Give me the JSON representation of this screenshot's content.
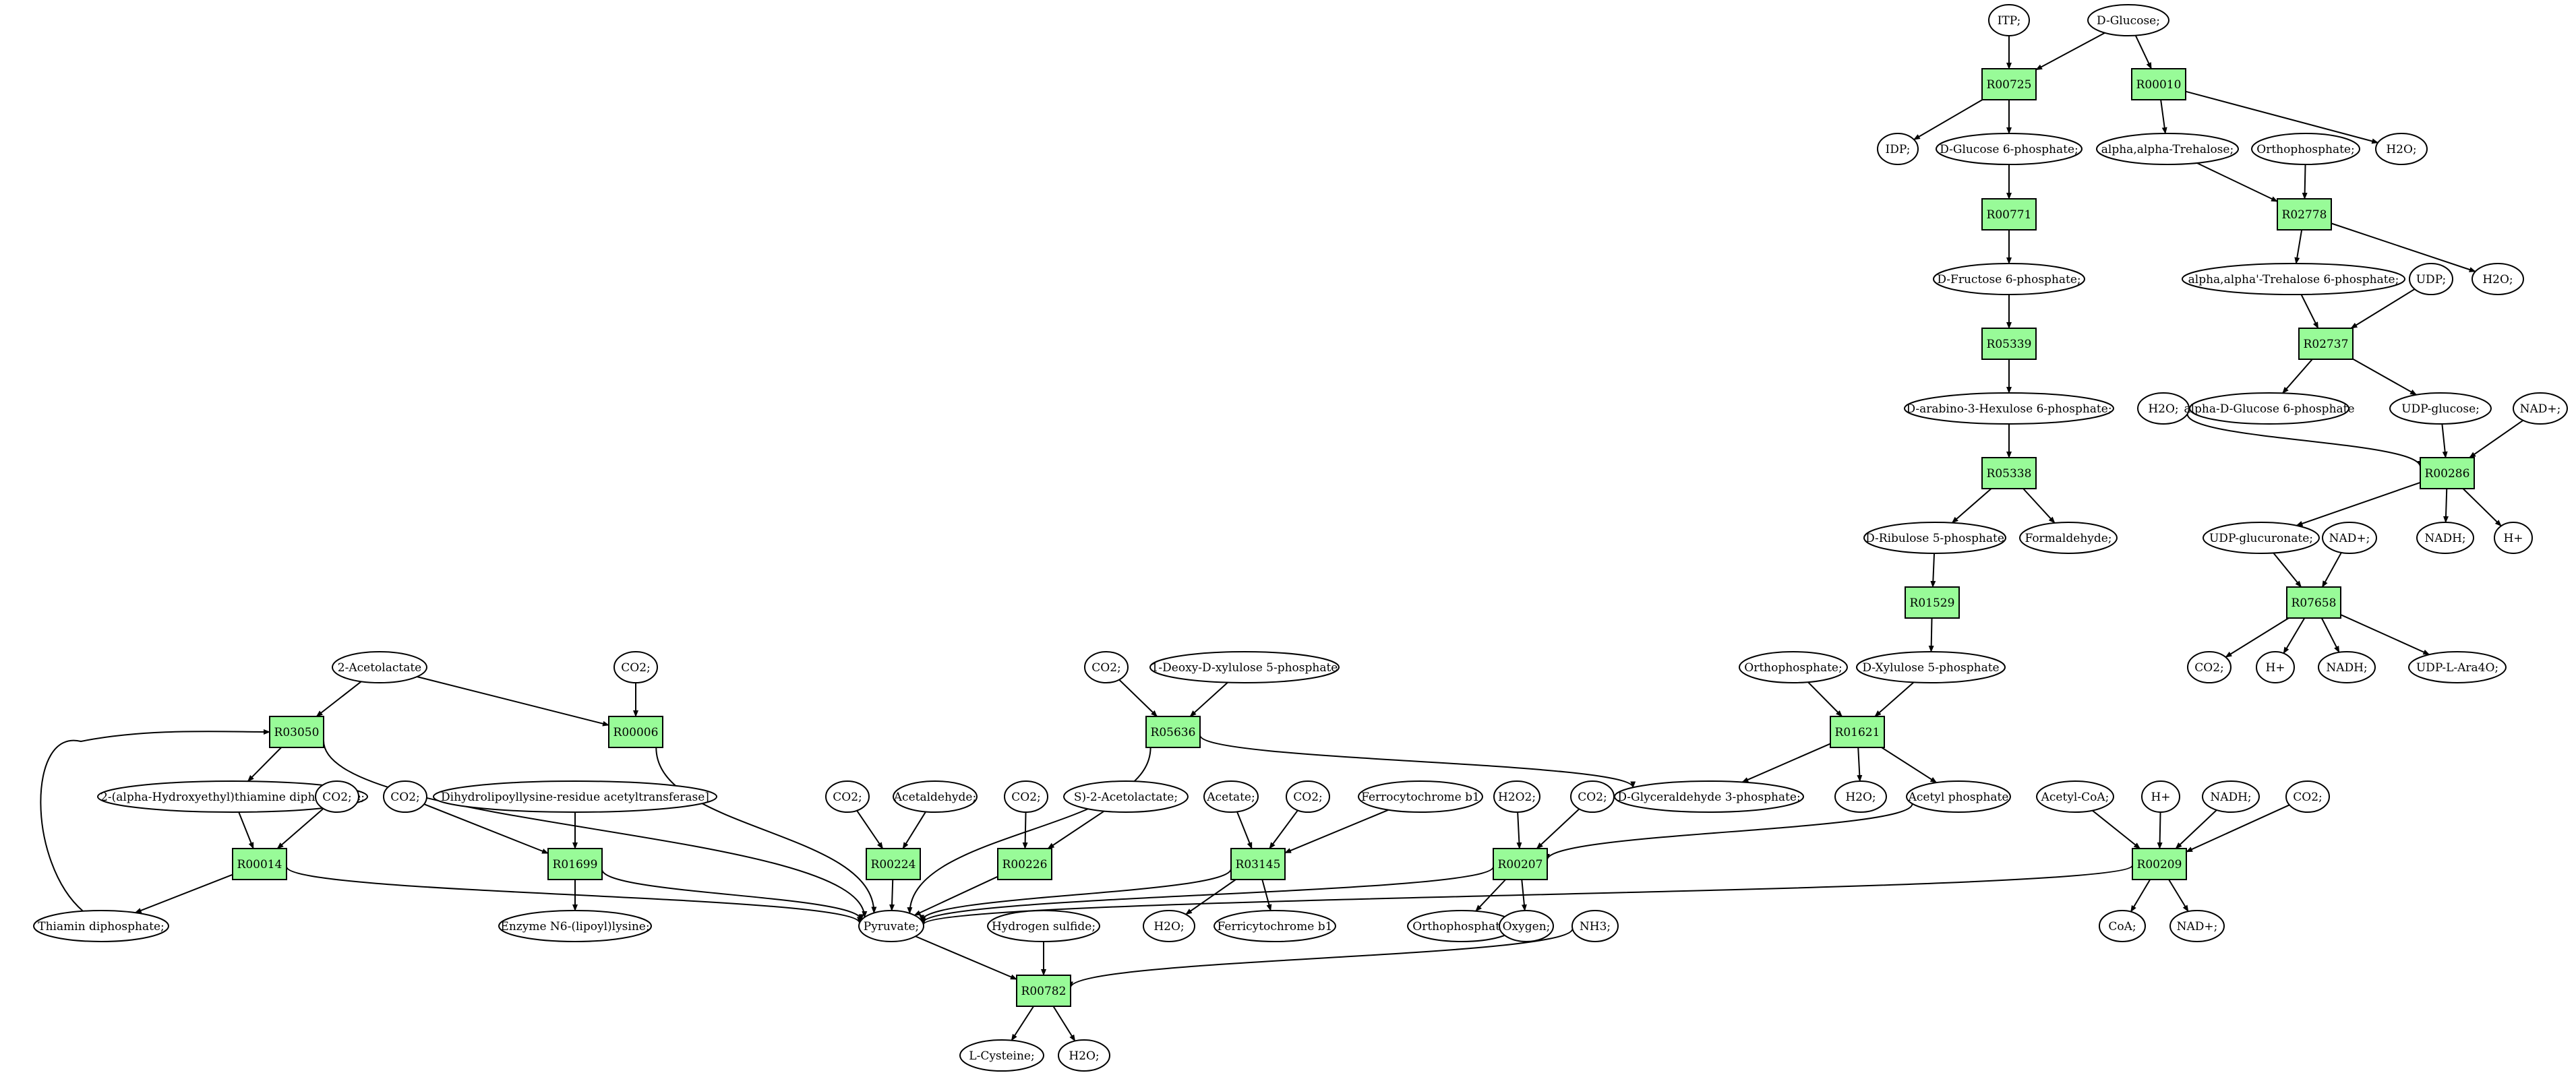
{
  "colors": {
    "reaction_fill": "#98fb98",
    "source_fill": "#00ee00",
    "target_fill": "#ffff00",
    "node_fill": "#ffffff",
    "stroke": "#000000"
  },
  "nodes": [
    {
      "id": "itp",
      "label": "ITP;",
      "kind": "compound"
    },
    {
      "id": "dglucose",
      "label": "D-Glucose;",
      "kind": "source"
    },
    {
      "id": "r00725",
      "label": "R00725",
      "kind": "reaction"
    },
    {
      "id": "r00010",
      "label": "R00010",
      "kind": "reaction"
    },
    {
      "id": "idp",
      "label": "IDP;",
      "kind": "compound"
    },
    {
      "id": "g6p",
      "label": "D-Glucose 6-phosphate;",
      "kind": "compound"
    },
    {
      "id": "trehalose",
      "label": "alpha,alpha-Trehalose;",
      "kind": "compound"
    },
    {
      "id": "orthophos1",
      "label": "Orthophosphate;",
      "kind": "compound"
    },
    {
      "id": "h2o_a",
      "label": "H2O;",
      "kind": "compound"
    },
    {
      "id": "r00771",
      "label": "R00771",
      "kind": "reaction"
    },
    {
      "id": "r02778",
      "label": "R02778",
      "kind": "reaction"
    },
    {
      "id": "f6p",
      "label": "D-Fructose 6-phosphate;",
      "kind": "compound"
    },
    {
      "id": "treh6p",
      "label": "alpha,alpha'-Trehalose 6-phosphate;",
      "kind": "compound"
    },
    {
      "id": "udp",
      "label": "UDP;",
      "kind": "compound"
    },
    {
      "id": "h2o_b",
      "label": "H2O;",
      "kind": "compound"
    },
    {
      "id": "r05339",
      "label": "R05339",
      "kind": "reaction"
    },
    {
      "id": "r02737",
      "label": "R02737",
      "kind": "reaction"
    },
    {
      "id": "arabhex",
      "label": "D-arabino-3-Hexulose 6-phosphate;",
      "kind": "compound"
    },
    {
      "id": "h2o_c",
      "label": "H2O;",
      "kind": "compound"
    },
    {
      "id": "adg6p",
      "label": "alpha-D-Glucose 6-phosphate",
      "kind": "compound"
    },
    {
      "id": "udpglc",
      "label": "UDP-glucose;",
      "kind": "compound"
    },
    {
      "id": "nad_a",
      "label": "NAD+;",
      "kind": "compound"
    },
    {
      "id": "r05338",
      "label": "R05338",
      "kind": "reaction"
    },
    {
      "id": "r00286",
      "label": "R00286",
      "kind": "reaction"
    },
    {
      "id": "ribu5p",
      "label": "D-Ribulose 5-phosphate",
      "kind": "compound"
    },
    {
      "id": "formald",
      "label": "Formaldehyde;",
      "kind": "compound"
    },
    {
      "id": "udpglcur",
      "label": "UDP-glucuronate;",
      "kind": "compound"
    },
    {
      "id": "nad_b",
      "label": "NAD+;",
      "kind": "compound"
    },
    {
      "id": "nadh_a",
      "label": "NADH;",
      "kind": "compound"
    },
    {
      "id": "hplus_a",
      "label": "H+",
      "kind": "compound"
    },
    {
      "id": "r01529",
      "label": "R01529",
      "kind": "reaction"
    },
    {
      "id": "r07658",
      "label": "R07658",
      "kind": "reaction"
    },
    {
      "id": "acetolac",
      "label": "2-Acetolactate",
      "kind": "compound"
    },
    {
      "id": "co2_a",
      "label": "CO2;",
      "kind": "compound"
    },
    {
      "id": "co2_b",
      "label": "CO2;",
      "kind": "compound"
    },
    {
      "id": "deoxyx5p",
      "label": "1-Deoxy-D-xylulose 5-phosphate",
      "kind": "compound"
    },
    {
      "id": "orthophos2",
      "label": "Orthophosphate;",
      "kind": "compound"
    },
    {
      "id": "xylu5p",
      "label": "D-Xylulose 5-phosphate",
      "kind": "compound"
    },
    {
      "id": "co2_c",
      "label": "CO2;",
      "kind": "compound"
    },
    {
      "id": "hplus_b",
      "label": "H+",
      "kind": "compound"
    },
    {
      "id": "nadh_b",
      "label": "NADH;",
      "kind": "compound"
    },
    {
      "id": "udpara",
      "label": "UDP-L-Ara4O;",
      "kind": "compound"
    },
    {
      "id": "r03050",
      "label": "R03050",
      "kind": "reaction"
    },
    {
      "id": "r00006",
      "label": "R00006",
      "kind": "reaction"
    },
    {
      "id": "r05636",
      "label": "R05636",
      "kind": "reaction"
    },
    {
      "id": "r01621",
      "label": "R01621",
      "kind": "reaction"
    },
    {
      "id": "hethtpp",
      "label": "2-(alpha-Hydroxyethyl)thiamine diphosphate;",
      "kind": "compound"
    },
    {
      "id": "co2_d",
      "label": "CO2;",
      "kind": "compound"
    },
    {
      "id": "co2_e",
      "label": "CO2;",
      "kind": "compound"
    },
    {
      "id": "dihydrolip",
      "label": "Dihydrolipoyllysine-residue acetyltransferase]",
      "kind": "compound"
    },
    {
      "id": "co2_f",
      "label": "CO2;",
      "kind": "compound"
    },
    {
      "id": "acetald",
      "label": "Acetaldehyde;",
      "kind": "compound"
    },
    {
      "id": "co2_g",
      "label": "CO2;",
      "kind": "compound"
    },
    {
      "id": "s2acetolac",
      "label": "S)-2-Acetolactate;",
      "kind": "compound"
    },
    {
      "id": "acetate",
      "label": "Acetate;",
      "kind": "compound"
    },
    {
      "id": "co2_h",
      "label": "CO2;",
      "kind": "compound"
    },
    {
      "id": "ferrocyt",
      "label": "Ferrocytochrome b1",
      "kind": "compound"
    },
    {
      "id": "h2o2",
      "label": "H2O2;",
      "kind": "compound"
    },
    {
      "id": "co2_i",
      "label": "CO2;",
      "kind": "compound"
    },
    {
      "id": "g3p",
      "label": "D-Glyceraldehyde 3-phosphate;",
      "kind": "compound"
    },
    {
      "id": "h2o_d",
      "label": "H2O;",
      "kind": "compound"
    },
    {
      "id": "acetylp",
      "label": "Acetyl phosphate",
      "kind": "compound"
    },
    {
      "id": "acetylcoa",
      "label": "Acetyl-CoA;",
      "kind": "compound"
    },
    {
      "id": "hplus_c",
      "label": "H+",
      "kind": "compound"
    },
    {
      "id": "nadh_c",
      "label": "NADH;",
      "kind": "compound"
    },
    {
      "id": "co2_j",
      "label": "CO2;",
      "kind": "compound"
    },
    {
      "id": "r00014",
      "label": "R00014",
      "kind": "reaction"
    },
    {
      "id": "r01699",
      "label": "R01699",
      "kind": "reaction"
    },
    {
      "id": "r00224",
      "label": "R00224",
      "kind": "reaction"
    },
    {
      "id": "r00226",
      "label": "R00226",
      "kind": "reaction"
    },
    {
      "id": "r03145",
      "label": "R03145",
      "kind": "reaction"
    },
    {
      "id": "r00207",
      "label": "R00207",
      "kind": "reaction"
    },
    {
      "id": "r00209",
      "label": "R00209",
      "kind": "reaction"
    },
    {
      "id": "thiamin",
      "label": "Thiamin diphosphate;",
      "kind": "compound"
    },
    {
      "id": "enzn6",
      "label": "Enzyme N6-(lipoyl)lysine;",
      "kind": "compound"
    },
    {
      "id": "pyruvate",
      "label": "Pyruvate;",
      "kind": "compound"
    },
    {
      "id": "h2s",
      "label": "Hydrogen sulfide;",
      "kind": "compound"
    },
    {
      "id": "h2o_e",
      "label": "H2O;",
      "kind": "compound"
    },
    {
      "id": "ferricyt",
      "label": "Ferricytochrome b1",
      "kind": "compound"
    },
    {
      "id": "orthophos3",
      "label": "Orthophosphate;",
      "kind": "compound"
    },
    {
      "id": "oxygen",
      "label": "Oxygen;",
      "kind": "compound"
    },
    {
      "id": "nh3",
      "label": "NH3;",
      "kind": "compound"
    },
    {
      "id": "coa",
      "label": "CoA;",
      "kind": "compound"
    },
    {
      "id": "nad_c",
      "label": "NAD+;",
      "kind": "compound"
    },
    {
      "id": "r00782",
      "label": "R00782",
      "kind": "reaction"
    },
    {
      "id": "lcys",
      "label": "L-Cysteine;",
      "kind": "target"
    },
    {
      "id": "h2o_f",
      "label": "H2O;",
      "kind": "compound"
    }
  ],
  "edges": [
    [
      "itp",
      "r00725"
    ],
    [
      "dglucose",
      "r00725"
    ],
    [
      "dglucose",
      "r00010"
    ],
    [
      "r00725",
      "idp"
    ],
    [
      "r00725",
      "g6p"
    ],
    [
      "r00010",
      "trehalose"
    ],
    [
      "r00010",
      "h2o_a"
    ],
    [
      "g6p",
      "r00771"
    ],
    [
      "r00771",
      "f6p"
    ],
    [
      "f6p",
      "r05339"
    ],
    [
      "r05339",
      "arabhex"
    ],
    [
      "arabhex",
      "r05338"
    ],
    [
      "r05338",
      "ribu5p"
    ],
    [
      "r05338",
      "formald"
    ],
    [
      "ribu5p",
      "r01529"
    ],
    [
      "r01529",
      "xylu5p"
    ],
    [
      "xylu5p",
      "r01621"
    ],
    [
      "orthophos2",
      "r01621"
    ],
    [
      "r01621",
      "g3p"
    ],
    [
      "r01621",
      "h2o_d"
    ],
    [
      "r01621",
      "acetylp"
    ],
    [
      "trehalose",
      "r02778"
    ],
    [
      "orthophos1",
      "r02778"
    ],
    [
      "r02778",
      "treh6p"
    ],
    [
      "r02778",
      "h2o_b"
    ],
    [
      "treh6p",
      "r02737"
    ],
    [
      "udp",
      "r02737"
    ],
    [
      "r02737",
      "adg6p"
    ],
    [
      "r02737",
      "udpglc"
    ],
    [
      "udpglc",
      "r00286"
    ],
    [
      "h2o_c",
      "r00286"
    ],
    [
      "nad_a",
      "r00286"
    ],
    [
      "r00286",
      "udpglcur"
    ],
    [
      "r00286",
      "nadh_a"
    ],
    [
      "r00286",
      "hplus_a"
    ],
    [
      "udpglcur",
      "r07658"
    ],
    [
      "nad_b",
      "r07658"
    ],
    [
      "r07658",
      "co2_c"
    ],
    [
      "r07658",
      "hplus_b"
    ],
    [
      "r07658",
      "nadh_b"
    ],
    [
      "r07658",
      "udpara"
    ],
    [
      "acetolac",
      "r03050"
    ],
    [
      "acetolac",
      "r00006"
    ],
    [
      "co2_b",
      "r00006"
    ],
    [
      "r03050",
      "hethtpp"
    ],
    [
      "r03050",
      "pyruvate"
    ],
    [
      "r00006",
      "pyruvate"
    ],
    [
      "hethtpp",
      "r00014"
    ],
    [
      "co2_e",
      "r00014"
    ],
    [
      "r00014",
      "thiamin"
    ],
    [
      "r00014",
      "pyruvate"
    ],
    [
      "thiamin",
      "r03050"
    ],
    [
      "co2_d",
      "r01699"
    ],
    [
      "dihydrolip",
      "r01699"
    ],
    [
      "r01699",
      "enzn6"
    ],
    [
      "r01699",
      "pyruvate"
    ],
    [
      "co2_a",
      "r05636"
    ],
    [
      "deoxyx5p",
      "r05636"
    ],
    [
      "r05636",
      "g3p"
    ],
    [
      "r05636",
      "pyruvate"
    ],
    [
      "co2_f",
      "r00224"
    ],
    [
      "acetald",
      "r00224"
    ],
    [
      "r00224",
      "pyruvate"
    ],
    [
      "co2_g",
      "r00226"
    ],
    [
      "s2acetolac",
      "r00226"
    ],
    [
      "r00226",
      "pyruvate"
    ],
    [
      "acetate",
      "r03145"
    ],
    [
      "co2_h",
      "r03145"
    ],
    [
      "ferrocyt",
      "r03145"
    ],
    [
      "r03145",
      "h2o_e"
    ],
    [
      "r03145",
      "ferricyt"
    ],
    [
      "r03145",
      "pyruvate"
    ],
    [
      "h2o2",
      "r00207"
    ],
    [
      "co2_i",
      "r00207"
    ],
    [
      "acetylp",
      "r00207"
    ],
    [
      "r00207",
      "orthophos3"
    ],
    [
      "r00207",
      "oxygen"
    ],
    [
      "r00207",
      "pyruvate"
    ],
    [
      "acetylcoa",
      "r00209"
    ],
    [
      "hplus_c",
      "r00209"
    ],
    [
      "nadh_c",
      "r00209"
    ],
    [
      "co2_j",
      "r00209"
    ],
    [
      "r00209",
      "coa"
    ],
    [
      "r00209",
      "nad_c"
    ],
    [
      "r00209",
      "pyruvate"
    ],
    [
      "pyruvate",
      "r00782"
    ],
    [
      "h2s",
      "r00782"
    ],
    [
      "nh3",
      "r00782"
    ],
    [
      "r00782",
      "lcys"
    ],
    [
      "r00782",
      "h2o_f"
    ]
  ]
}
